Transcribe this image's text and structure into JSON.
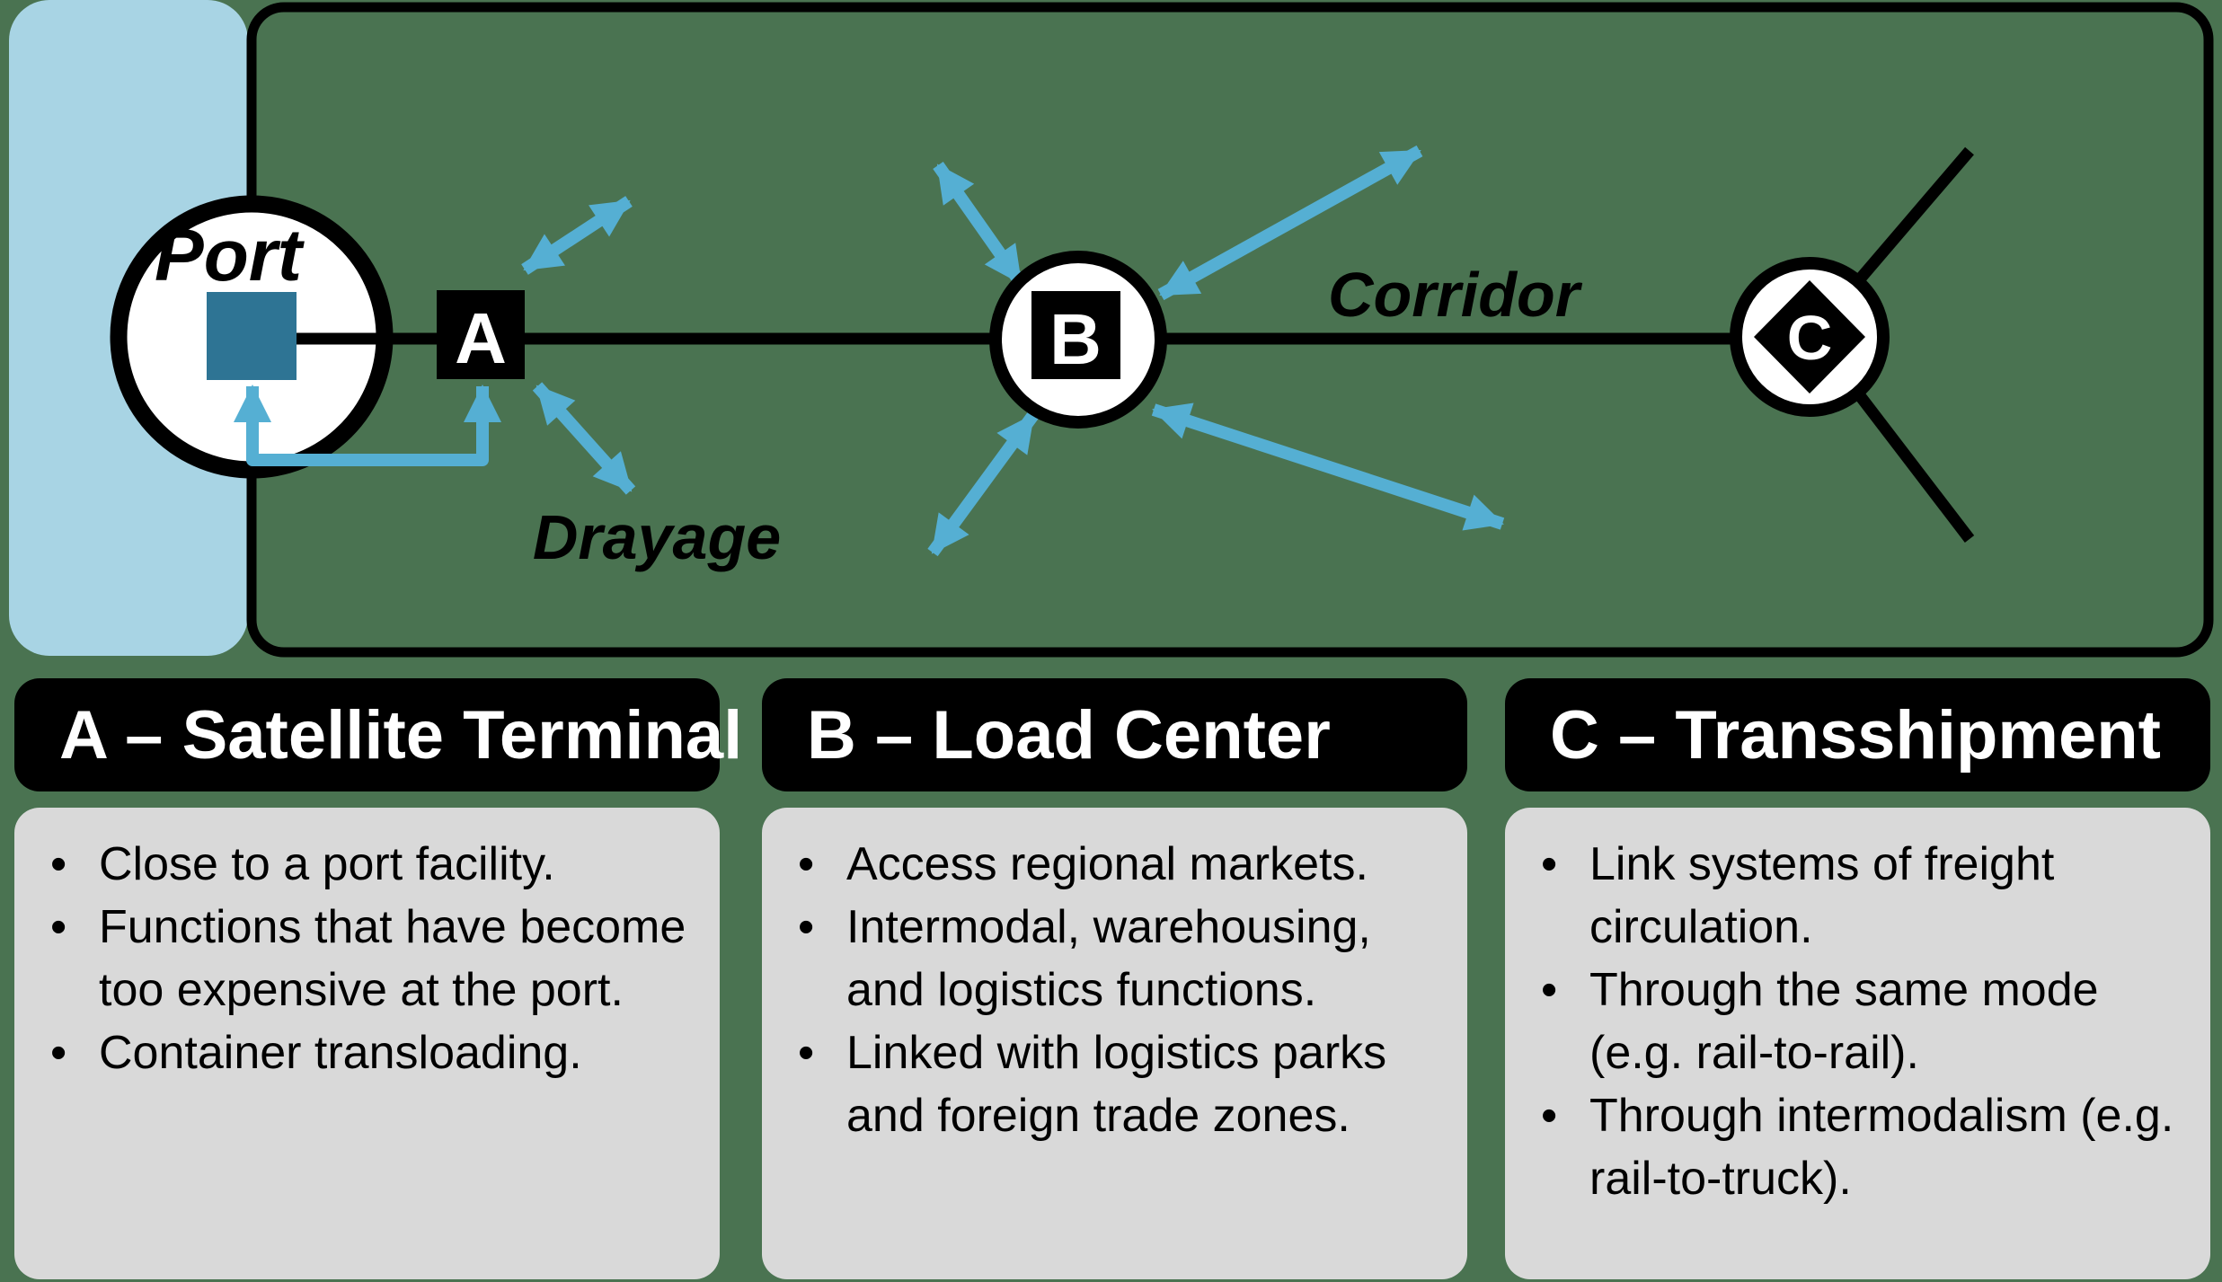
{
  "diagram": {
    "port_label": "Port",
    "corridor_label": "Corridor",
    "drayage_label": "Drayage",
    "node_a_letter": "A",
    "node_b_letter": "B",
    "node_c_letter": "C"
  },
  "panels": [
    {
      "header": "A – Satellite Terminal",
      "bullets": [
        "Close to a port facility.",
        "Functions that have become\ntoo expensive at the port.",
        "Container transloading."
      ]
    },
    {
      "header": "B – Load Center",
      "bullets": [
        "Access regional markets.",
        "Intermodal, warehousing,\nand logistics functions.",
        "Linked with logistics parks\nand foreign trade zones."
      ]
    },
    {
      "header": "C – Transshipment",
      "bullets": [
        "Link systems of freight\ncirculation.",
        "Through the same mode\n(e.g. rail-to-rail).",
        "Through intermodalism (e.g.\nrail-to-truck)."
      ]
    }
  ],
  "bullet_char": "•",
  "colors": {
    "background_green": "#4a7351",
    "water_blue": "#a8d4e4",
    "arrow_blue": "#55afd3",
    "port_teal": "#2e7494",
    "panel_gray": "#d9d9d9",
    "header_black": "#000000",
    "node_white": "#ffffff"
  }
}
